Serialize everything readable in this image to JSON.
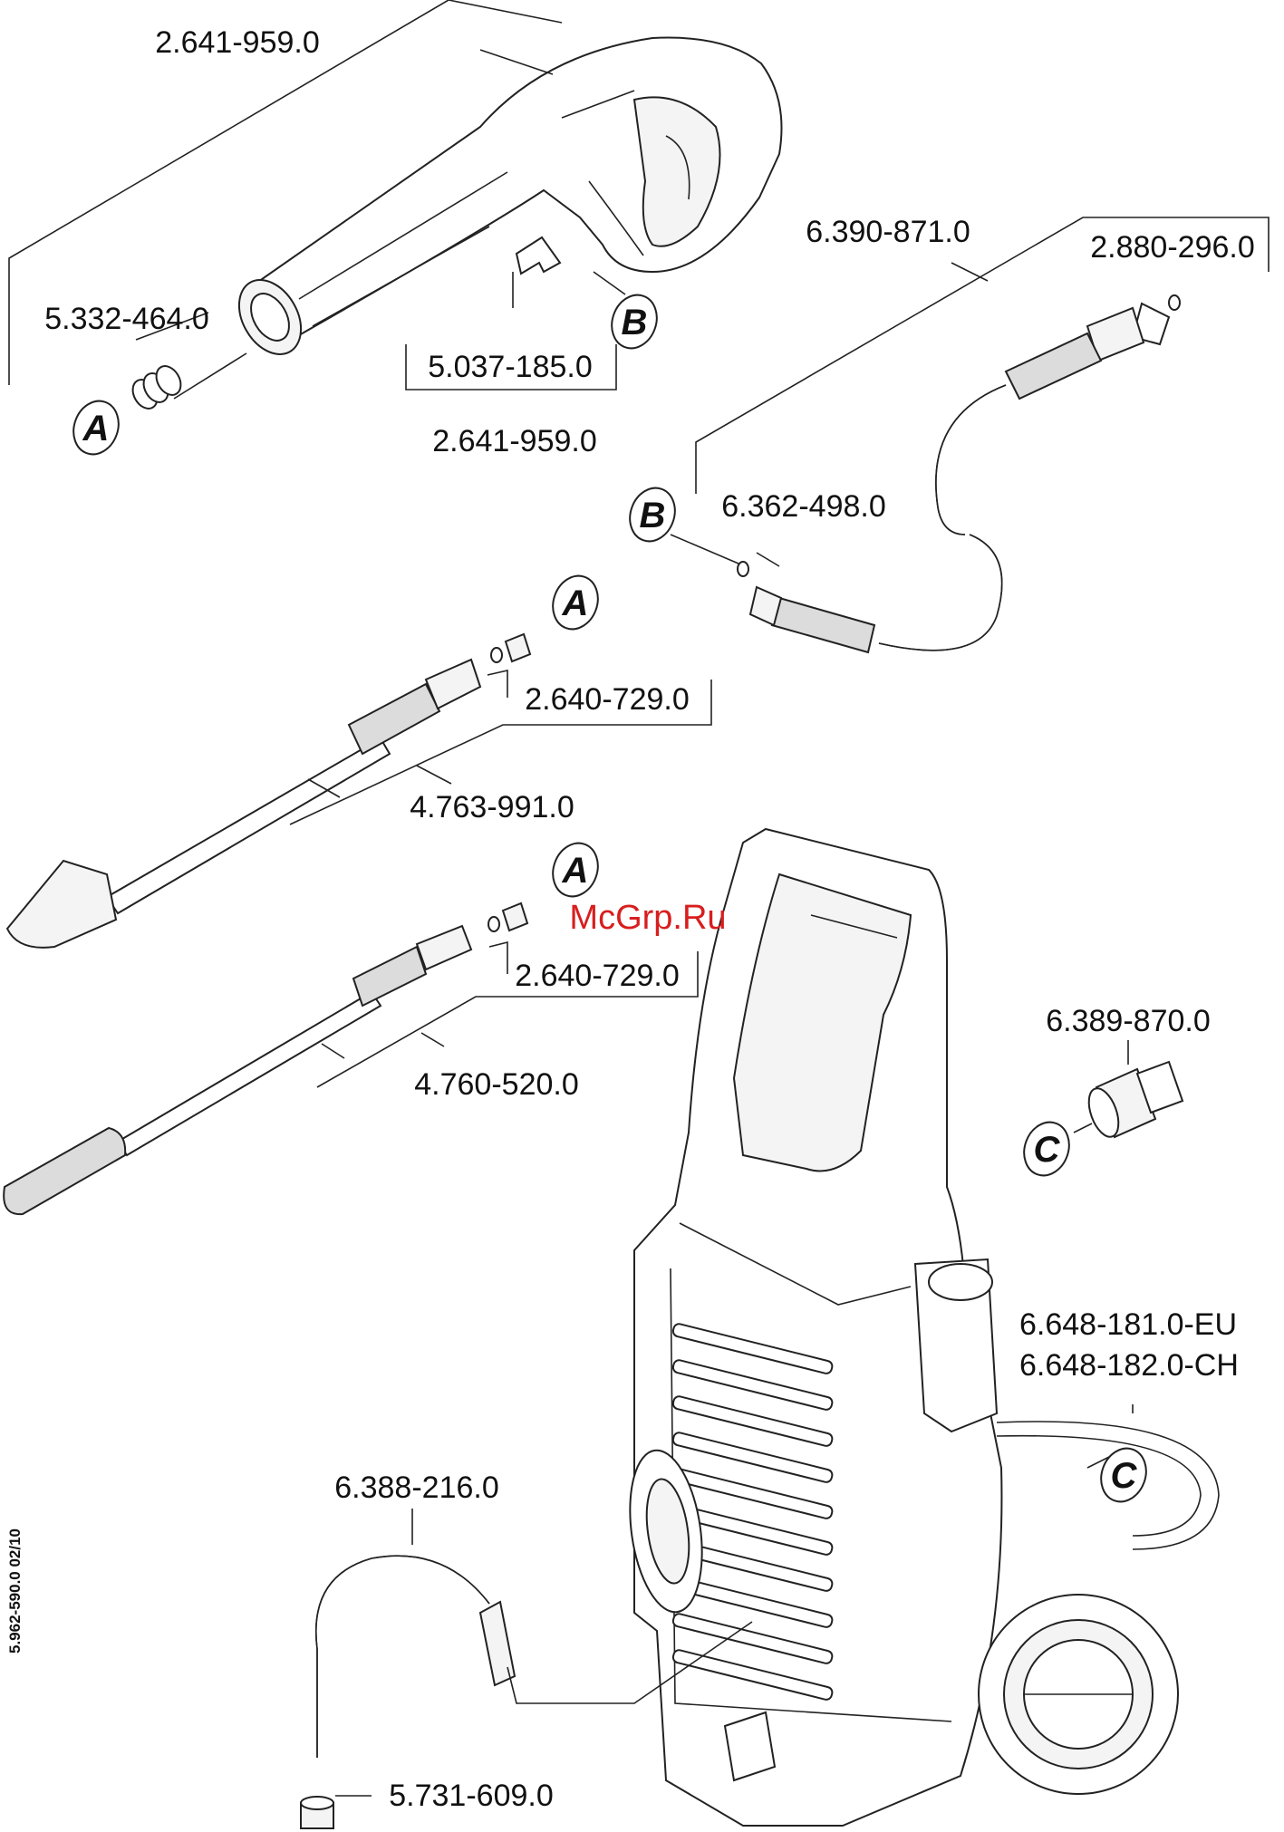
{
  "watermark": "McGrp.Ru",
  "document_code": "5.962-590.0  02/10",
  "labels": {
    "gun_top": "2.641-959.0",
    "gun_o_rings": "5.332-464.0",
    "gun_clip": "5.037-185.0",
    "gun_kit": "2.641-959.0",
    "hose": "6.390-871.0",
    "hose_o_ring": "2.880-296.0",
    "hose_end": "6.362-498.0",
    "nozzle_adapter_1": "2.640-729.0",
    "lance_1": "4.763-991.0",
    "nozzle_adapter_2": "2.640-729.0",
    "lance_2": "4.760-520.0",
    "water_coupling": "6.389-870.0",
    "hose_eu": "6.648-181.0-EU",
    "hose_ch": "6.648-182.0-CH",
    "suction_hose": "6.388-216.0",
    "filter": "5.731-609.0"
  },
  "callouts": {
    "a1": "A",
    "a2": "A",
    "a3": "A",
    "b1": "B",
    "b2": "B",
    "c1": "C",
    "c2": "C"
  }
}
